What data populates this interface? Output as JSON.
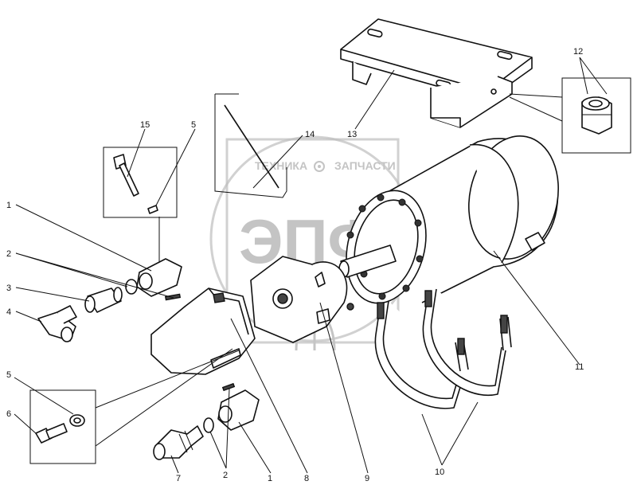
{
  "watermark": {
    "top_text": "ТЕХНИКА",
    "right_text": "ЗАПЧАСТИ",
    "logo_text": "ЭПФ"
  },
  "callouts": [
    {
      "id": "c1a",
      "label": "1"
    },
    {
      "id": "c2a",
      "label": "2"
    },
    {
      "id": "c3",
      "label": "3"
    },
    {
      "id": "c4",
      "label": "4"
    },
    {
      "id": "c5a",
      "label": "5"
    },
    {
      "id": "c6",
      "label": "6"
    },
    {
      "id": "c7",
      "label": "7"
    },
    {
      "id": "c2b",
      "label": "2"
    },
    {
      "id": "c1b",
      "label": "1"
    },
    {
      "id": "c8",
      "label": "8"
    },
    {
      "id": "c9",
      "label": "9"
    },
    {
      "id": "c10",
      "label": "10"
    },
    {
      "id": "c11",
      "label": "11"
    },
    {
      "id": "c12",
      "label": "12"
    },
    {
      "id": "c13",
      "label": "13"
    },
    {
      "id": "c14",
      "label": "14"
    },
    {
      "id": "c15",
      "label": "15"
    },
    {
      "id": "c5b",
      "label": "5"
    }
  ]
}
